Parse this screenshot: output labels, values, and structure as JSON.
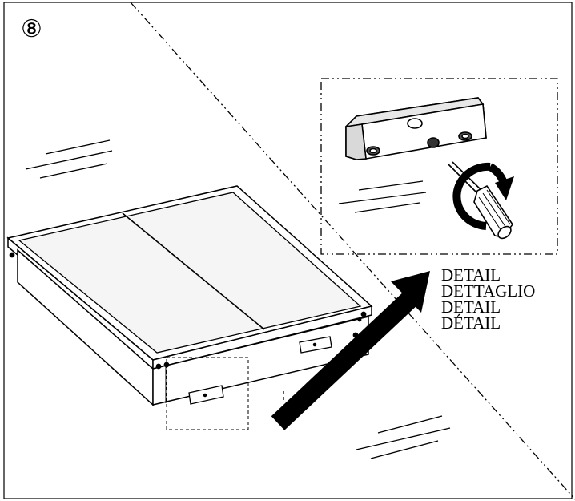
{
  "step": {
    "number": "⑧"
  },
  "detail_labels": [
    "DETAIL",
    "DETTAGLIO",
    "DETAIL",
    "DÉTAIL"
  ],
  "colors": {
    "line": "#000000",
    "background": "#ffffff",
    "panel_fill": "#f5f5f5"
  }
}
